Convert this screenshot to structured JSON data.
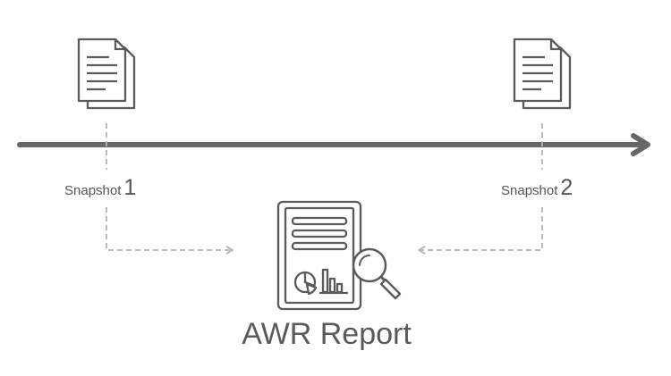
{
  "diagram": {
    "snapshot1": {
      "label": "Snapshot",
      "number": "1"
    },
    "snapshot2": {
      "label": "Snapshot",
      "number": "2"
    },
    "report": {
      "title": "AWR Report"
    }
  },
  "icons": {
    "snapshot": "document-stack-icon",
    "report": "report-magnifier-icon",
    "timeline": "arrow-right-icon"
  },
  "colors": {
    "stroke": "#5a5a5a",
    "dashed": "#b5b5b5",
    "text": "#555555"
  }
}
